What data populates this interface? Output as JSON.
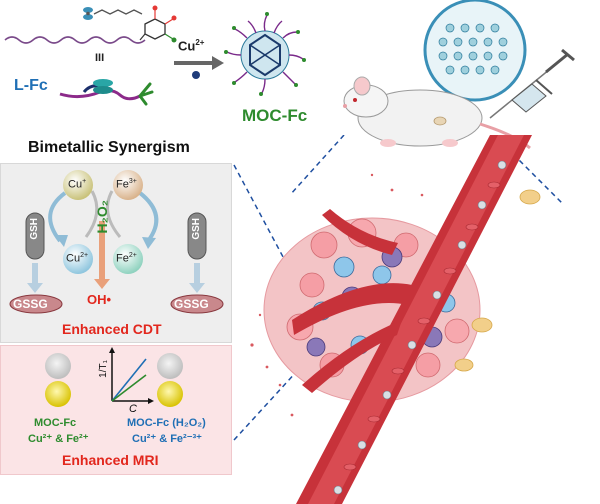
{
  "synthesis": {
    "ligand_label": "L-Fc",
    "reagent_label": "Cu",
    "reagent_charge": "2+",
    "product_label": "MOC-Fc",
    "stack_symbol": "III"
  },
  "synergism": {
    "title": "Bimetallic Synergism"
  },
  "cdt": {
    "cu_plus": "Cu",
    "cu_plus_charge": "+",
    "cu_2plus": "Cu",
    "cu_2plus_charge": "2+",
    "fe_3plus": "Fe",
    "fe_3plus_charge": "3+",
    "fe_2plus": "Fe",
    "fe_2plus_charge": "2+",
    "h2o2": "H₂O₂",
    "gsh_left": "GSH",
    "gsh_right": "GSH",
    "gssg_left": "GSSG",
    "gssg_right": "GSSG",
    "oh_radical": "OH•",
    "caption": "Enhanced CDT"
  },
  "mri": {
    "y_axis": "1/T₁",
    "x_axis": "C",
    "left_name": "MOC-Fc",
    "left_ions": "Cu²⁺ & Fe²⁺",
    "right_name": "MOC-Fc (H₂O₂)",
    "right_ions": "Cu²⁺ & Fe²⁻³⁺",
    "caption": "Enhanced MRI"
  },
  "colors": {
    "red_caption": "#e2271d",
    "green": "#2e8b2e",
    "blue": "#1f6fb5",
    "vessel": "#c7323a",
    "panel_gray": "#eeeeee",
    "panel_pink": "#fbe4e6"
  }
}
